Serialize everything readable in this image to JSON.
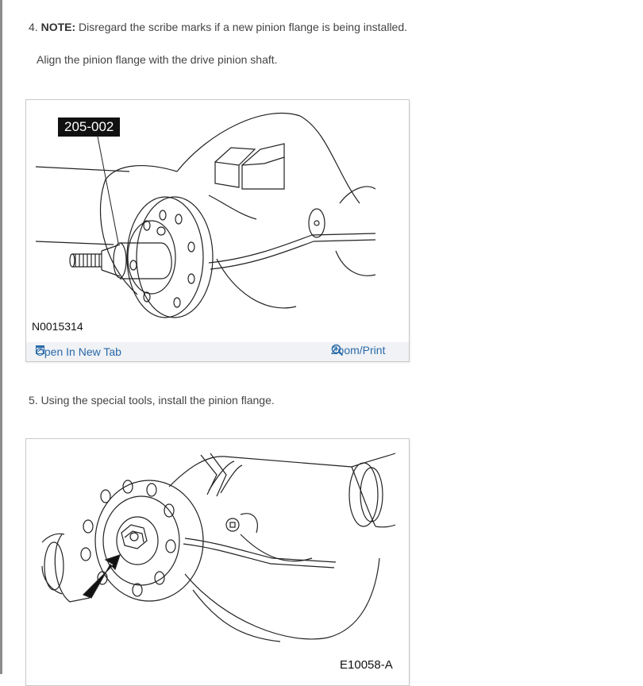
{
  "step4": {
    "number": "4.",
    "note_label": "NOTE:",
    "note_text": "Disregard the scribe marks if a new pinion flange is being installed.",
    "instruction": "Align the pinion flange with the drive pinion shaft."
  },
  "figure1": {
    "tool_label": "205-002",
    "figure_id": "N0015314",
    "open_tab_label": "Open In New Tab",
    "zoom_label": "Zoom/Print"
  },
  "step5": {
    "text": "5. Using the special tools, install the pinion flange."
  },
  "figure2": {
    "figure_id": "E10058-A"
  },
  "icons": {
    "open_tab": "open-new-tab-icon",
    "zoom": "magnifier-plus-icon"
  },
  "colors": {
    "link": "#2a6aa8",
    "footer_bg": "#f0f2f5",
    "text": "#444444"
  }
}
